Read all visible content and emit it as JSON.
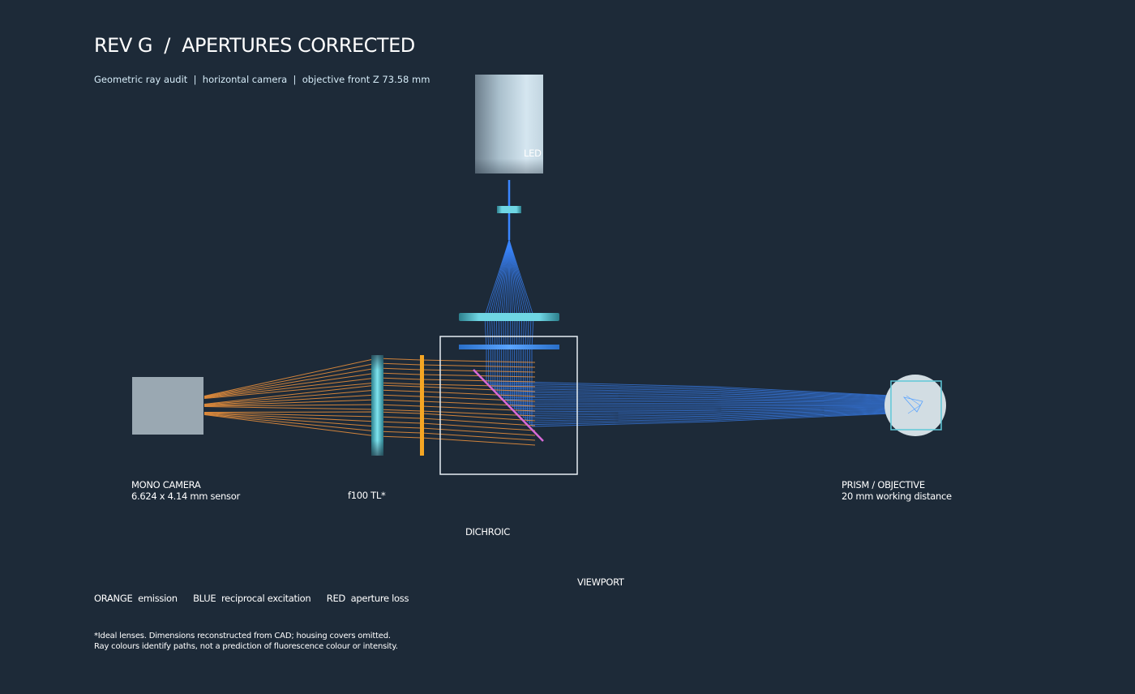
{
  "title": "REV G  /  APERTURES CORRECTED",
  "subtitle": "Geometric ray audit  |  horizontal camera  |  objective front Z 73.58 mm",
  "labels": {
    "led": "LED",
    "camera_name": "MONO CAMERA",
    "camera_detail": "6.624 x 4.14 mm sensor",
    "tube_lens": "f100 TL*",
    "dichroic": "DICHROIC",
    "objective_name": "PRISM / OBJECTIVE",
    "objective_detail": "20 mm working distance",
    "viewport": "VIEWPORT"
  },
  "legend": {
    "orange": "ORANGE  emission",
    "blue": "BLUE  reciprocal excitation",
    "red": "RED  aperture loss"
  },
  "footnote": {
    "line1": "*Ideal lenses. Dimensions reconstructed from CAD; housing covers omitted.",
    "line2": "Ray colours identify paths, not a prediction of fluorescence colour or intensity."
  },
  "colors": {
    "background": "#1d2a38",
    "emission": "#f0933c",
    "excitation": "#3a86ff",
    "dichroic": "#d86ad8",
    "lens": "#5fd0e0",
    "filter": "#f5a623",
    "camera_body": "#9aa8b2",
    "outline": "#e6eef4"
  },
  "icons": {
    "led": "led-source",
    "camera": "camera-sensor",
    "objective": "objective-lens"
  }
}
